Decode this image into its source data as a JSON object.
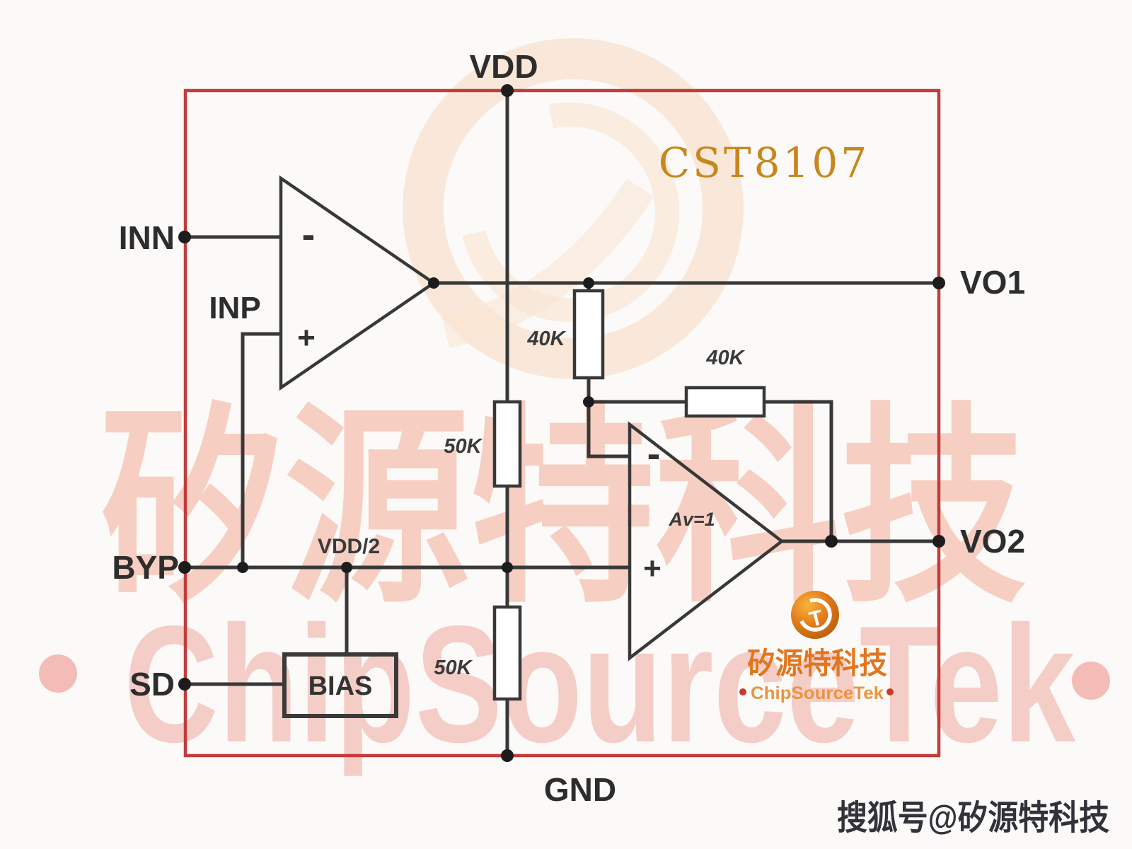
{
  "chip": {
    "title": "CST8107"
  },
  "pins": {
    "vdd": "VDD",
    "gnd": "GND",
    "inn": "INN",
    "inp": "INP",
    "byp": "BYP",
    "sd": "SD",
    "vo1": "VO1",
    "vo2": "VO2"
  },
  "net_labels": {
    "vdd_half": "VDD/2"
  },
  "components": {
    "bias_label": "BIAS",
    "amp2_gain": "Av=1",
    "minus": "-",
    "plus": "+",
    "r_top_divider": "50K",
    "r_bottom_divider": "50K",
    "r_input_feedback": "40K",
    "r_amp2_feedback": "40K"
  },
  "branding": {
    "logo_company_cn": "矽源特科技",
    "logo_company_en": "ChipSourceTek",
    "footer_credit": "搜狐号@矽源特科技"
  },
  "watermark": {
    "text_cn": "矽源特科技",
    "text_en": "ChipSourceTek"
  },
  "colors": {
    "border_red": "#c23c3c",
    "wire": "#383838",
    "title_orange": "#c9861e",
    "logo_orange": "#e2761e",
    "watermark_pink": "#f5c5b5",
    "watermark_peach": "#f8dcc4",
    "footer_text": "#31323a",
    "background": "#fbfaf8"
  }
}
